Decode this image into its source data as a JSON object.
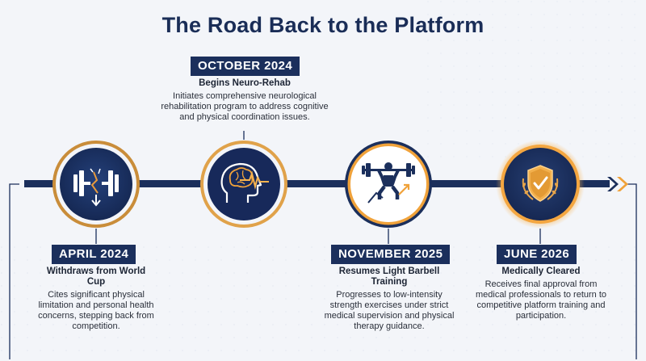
{
  "title": "The Road Back to the Platform",
  "colors": {
    "navy": "#1b2f5c",
    "gold": "#f0a23a",
    "background": "#f3f5f9"
  },
  "milestones": [
    {
      "date": "APRIL 2024",
      "title": "Withdraws from World Cup",
      "description": "Cites significant physical limitation and personal health concerns, stepping back from competition.",
      "icon": "broken-barbell-icon"
    },
    {
      "date": "OCTOBER 2024",
      "title": "Begins Neuro-Rehab",
      "description": "Initiates comprehensive neurological rehabilitation program to address cognitive and physical coordination issues.",
      "icon": "brain-icon"
    },
    {
      "date": "NOVEMBER 2025",
      "title": "Resumes Light Barbell Training",
      "description": "Progresses to low-intensity strength exercises under strict medical supervision and physical therapy guidance.",
      "icon": "weightlifter-icon"
    },
    {
      "date": "JUNE 2026",
      "title": "Medically Cleared",
      "description": "Receives final approval from medical professionals to return to competitive platform training and participation.",
      "icon": "shield-check-icon"
    }
  ]
}
